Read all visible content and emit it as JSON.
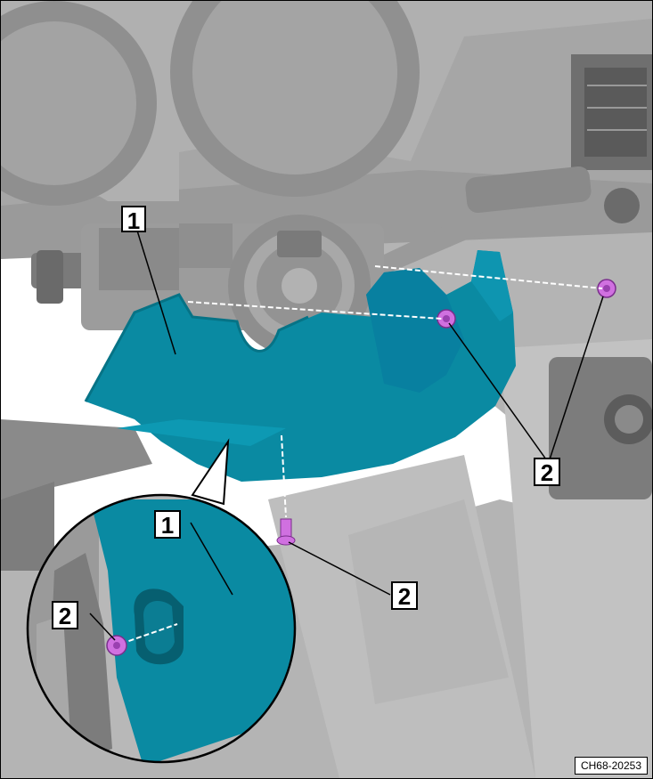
{
  "callouts": {
    "part1_main": "1",
    "part2_screws": "2",
    "part2_bottom": "2",
    "part1_detail": "1",
    "part2_detail": "2"
  },
  "figure_code": "CH68-20253",
  "colors": {
    "trim_cover": "#0a8aa2",
    "screw": "#d070e0",
    "dashboard": "#a8a8a8",
    "background": "#ffffff"
  },
  "icons": [
    "screw-icon"
  ]
}
